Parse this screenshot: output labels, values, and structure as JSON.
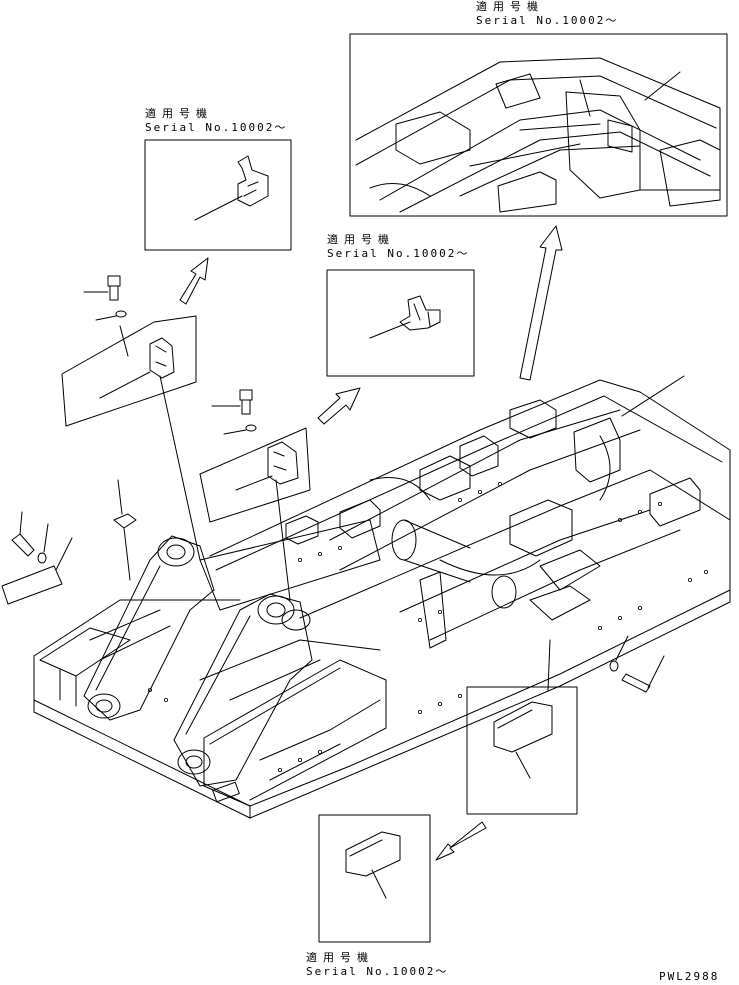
{
  "applicability_labels": [
    {
      "jp": "適用号機",
      "serial": "Serial No.10002～"
    },
    {
      "jp": "適用号機",
      "serial": "Serial No.10002～"
    },
    {
      "jp": "適用号機",
      "serial": "Serial No.10002～"
    },
    {
      "jp": "適用号機",
      "serial": "Serial No.10002～"
    }
  ],
  "drawing_code": "PWL2988",
  "line_color": "#000000",
  "background_color": "#ffffff"
}
